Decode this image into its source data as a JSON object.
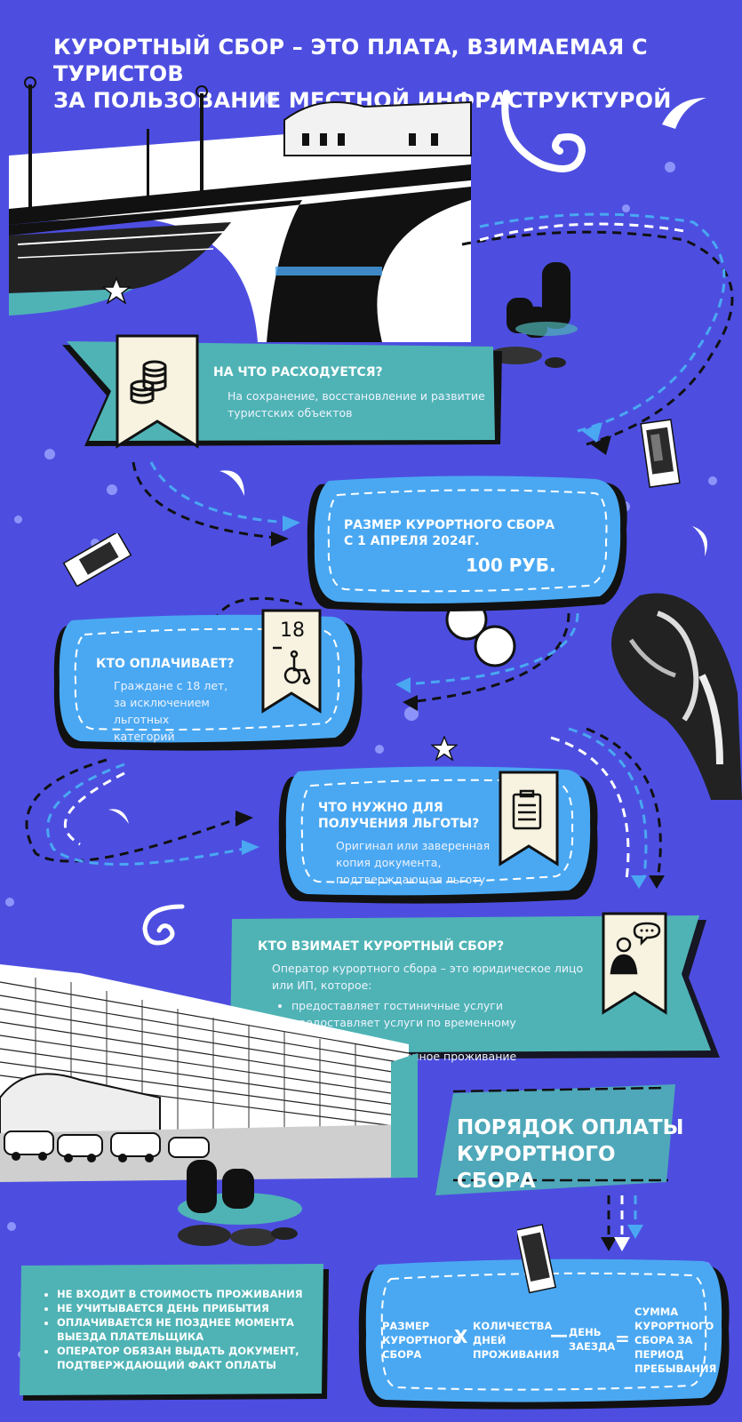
{
  "title": {
    "line1": "КУРОРТНЫЙ СБОР – ЭТО ПЛАТА, ВЗИМАЕМАЯ С ТУРИСТОВ",
    "line2": "ЗА ПОЛЬЗОВАНИЕ МЕСТНОЙ ИНФРАСТРУКТУРОЙ"
  },
  "spending": {
    "heading": "НА ЧТО РАСХОДУЕТСЯ?",
    "text_line1": "На сохранение, восстановление и развитие",
    "text_line2": "туристских объектов"
  },
  "amount": {
    "heading_line1": "РАЗМЕР КУРОРТНОГО СБОРА",
    "heading_line2": "С 1 АПРЕЛЯ 2024Г.",
    "value": "100 РУБ."
  },
  "who_pays": {
    "heading": "КТО ОПЛАЧИВАЕТ?",
    "text_line1": "Граждане с 18 лет,",
    "text_line2": "за исключением льготных",
    "text_line3": "категорий",
    "badge_age": "18"
  },
  "benefit": {
    "heading_line1": "ЧТО НУЖНО ДЛЯ",
    "heading_line2": "ПОЛУЧЕНИЯ ЛЬГОТЫ?",
    "text_line1": "Оригинал или заверенная",
    "text_line2": "копия документа,",
    "text_line3": "подтверждающая льготу"
  },
  "collector": {
    "heading": "КТО ВЗИМАЕТ КУРОРТНЫЙ СБОР?",
    "intro_line1": "Оператор курортного сбора – это юридическое лицо",
    "intro_line2": "или ИП, которое:",
    "items": [
      "предоставляет гостиничные услуги",
      "предоставляет услуги по временному размещению",
      "обеспечивает временное проживание"
    ]
  },
  "procedure": {
    "heading_line1": "ПОРЯДОК ОПЛАТЫ",
    "heading_line2": "КУРОРТНОГО СБОРА"
  },
  "notes": [
    "НЕ ВХОДИТ В СТОИМОСТЬ ПРОЖИВАНИЯ",
    "НЕ УЧИТЫВАЕТСЯ ДЕНЬ ПРИБЫТИЯ",
    "ОПЛАЧИВАЕТСЯ НЕ ПОЗДНЕЕ МОМЕНТА ВЫЕЗДА ПЛАТЕЛЬЩИКА",
    "ОПЕРАТОР ОБЯЗАН ВЫДАТЬ ДОКУМЕНТ, ПОДТВЕРЖДАЮЩИЙ ФАКТ ОПЛАТЫ"
  ],
  "formula": {
    "term1_line1": "РАЗМЕР",
    "term1_line2": "КУРОРТНОГО",
    "term1_line3": "СБОРА",
    "op1": "X",
    "term2_line1": "КОЛИЧЕСТВА",
    "term2_line2": "ДНЕЙ",
    "term2_line3": "ПРОЖИВАНИЯ",
    "op2": "—",
    "term3_line1": "ДЕНЬ",
    "term3_line2": "ЗАЕЗДА",
    "op3": "=",
    "result_line1": "СУММА",
    "result_line2": "КУРОРТНОГО",
    "result_line3": "СБОРА ЗА",
    "result_line4": "ПЕРИОД",
    "result_line5": "ПРЕБЫВАНИЯ"
  },
  "colors": {
    "background": "#4d4ee0",
    "teal": "#4fb3b5",
    "sky": "#4aa8f2",
    "cream": "#f8f3e0",
    "ink": "#111111"
  },
  "icons": {
    "spending_badge": "coin-stack-icon",
    "who_pays_badge": "wheelchair-icon",
    "benefit_badge": "document-icon",
    "collector_badge": "businessman-speech-icon"
  }
}
